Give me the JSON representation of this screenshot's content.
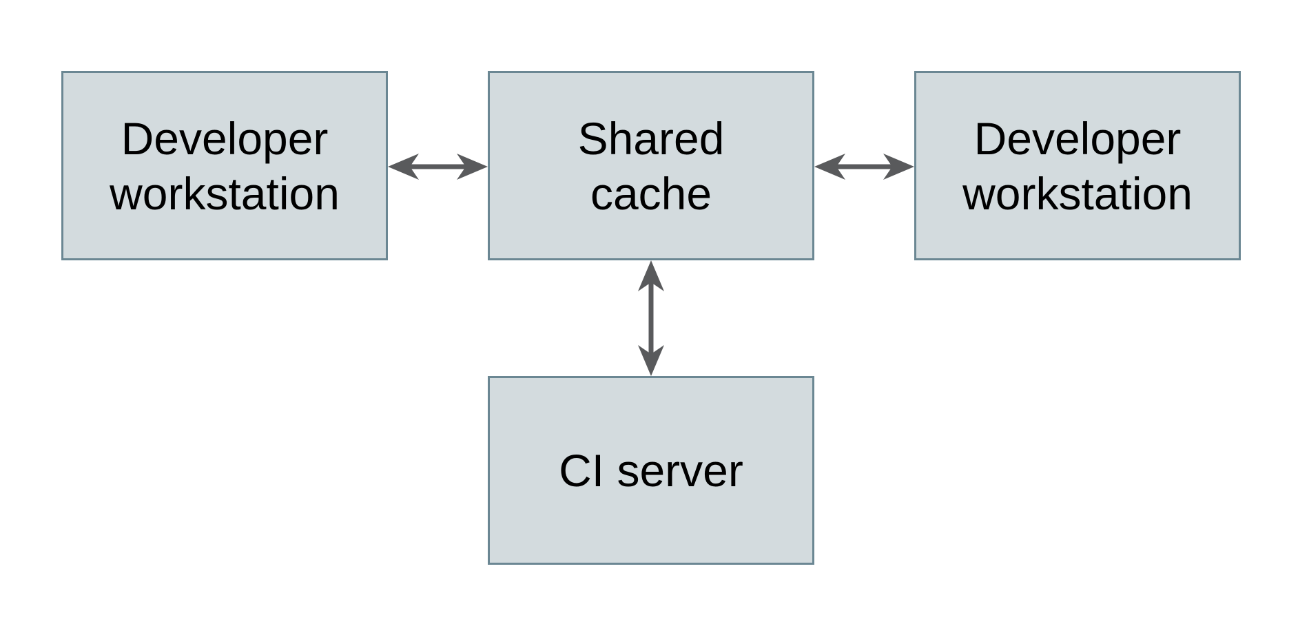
{
  "colors": {
    "background": "#ffffff",
    "node_fill": "#d3dbde",
    "node_border": "#6b8793",
    "arrow": "#595a5c",
    "text": "#000000"
  },
  "nodes": [
    {
      "id": "developer-workstation-left",
      "lines": [
        "Developer",
        "workstation"
      ]
    },
    {
      "id": "shared-cache",
      "lines": [
        "Shared",
        "cache"
      ]
    },
    {
      "id": "developer-workstation-right",
      "lines": [
        "Developer",
        "workstation"
      ]
    },
    {
      "id": "ci-server",
      "lines": [
        "CI server"
      ]
    }
  ],
  "edges": [
    {
      "from": "developer-workstation-left",
      "to": "shared-cache",
      "direction": "bidirectional",
      "orientation": "horizontal"
    },
    {
      "from": "shared-cache",
      "to": "developer-workstation-right",
      "direction": "bidirectional",
      "orientation": "horizontal"
    },
    {
      "from": "shared-cache",
      "to": "ci-server",
      "direction": "bidirectional",
      "orientation": "vertical"
    }
  ]
}
